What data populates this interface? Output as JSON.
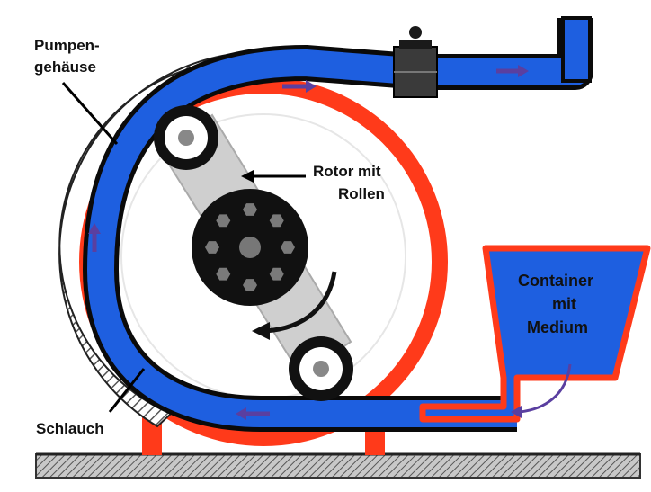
{
  "labels": {
    "housing_line1": "Pumpen-",
    "housing_line2": "gehäuse",
    "rotor_line1": "Rotor mit",
    "rotor_line2": "Rollen",
    "container_line1": "Container",
    "container_line2": "mit",
    "container_line3": "Medium",
    "hose": "Schlauch"
  },
  "colors": {
    "housing_red": "#ff3a1a",
    "hose_blue": "#1e5fe0",
    "hose_outline": "#0a0a0a",
    "rotor_arm": "#cfcfcf",
    "hub": "#111111",
    "bolt": "#7a7a7a",
    "ground": "#8a8a8a",
    "flow_arrow": "#5a3fa0"
  },
  "icons": {
    "rotation": "curved-arrow-counterclockwise",
    "flow": "arrow-right",
    "clamp": "hose-clamp"
  }
}
